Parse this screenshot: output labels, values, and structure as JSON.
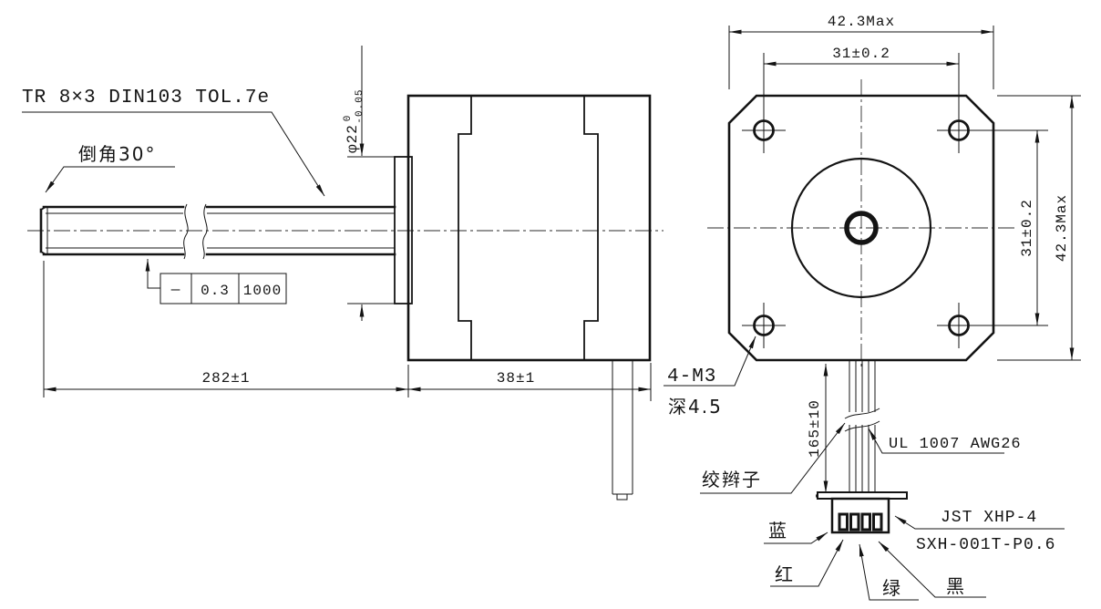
{
  "drawing": {
    "colors": {
      "line": "#141414",
      "background": "#ffffff"
    },
    "side": {
      "thread_spec": "TR 8×3 DIN103 TOL.7e",
      "chamfer": "倒角30°",
      "dia": "φ22",
      "dia_tol_hi": "0",
      "dia_tol_lo": "-0.05",
      "straightness": {
        "symbol": "—",
        "tol": "0.3",
        "ref_len": "1000"
      },
      "len_shaft": "282±1",
      "len_body": "38±1"
    },
    "face": {
      "width_max": "42.3Max",
      "hole_spacing_h": "31±0.2",
      "hole_spacing_v": "31±0.2",
      "height_max": "42.3Max",
      "mount_holes": "4-M3",
      "mount_depth": "深4.5",
      "lead_length": "165±10",
      "twist_label": "绞辫子",
      "wire_spec": "UL 1007 AWG26",
      "connector_model": "JST XHP-4",
      "terminal_model": "SXH-001T-P0.6",
      "wire_blue": "蓝",
      "wire_red": "红",
      "wire_green": "绿",
      "wire_black": "黑"
    }
  }
}
